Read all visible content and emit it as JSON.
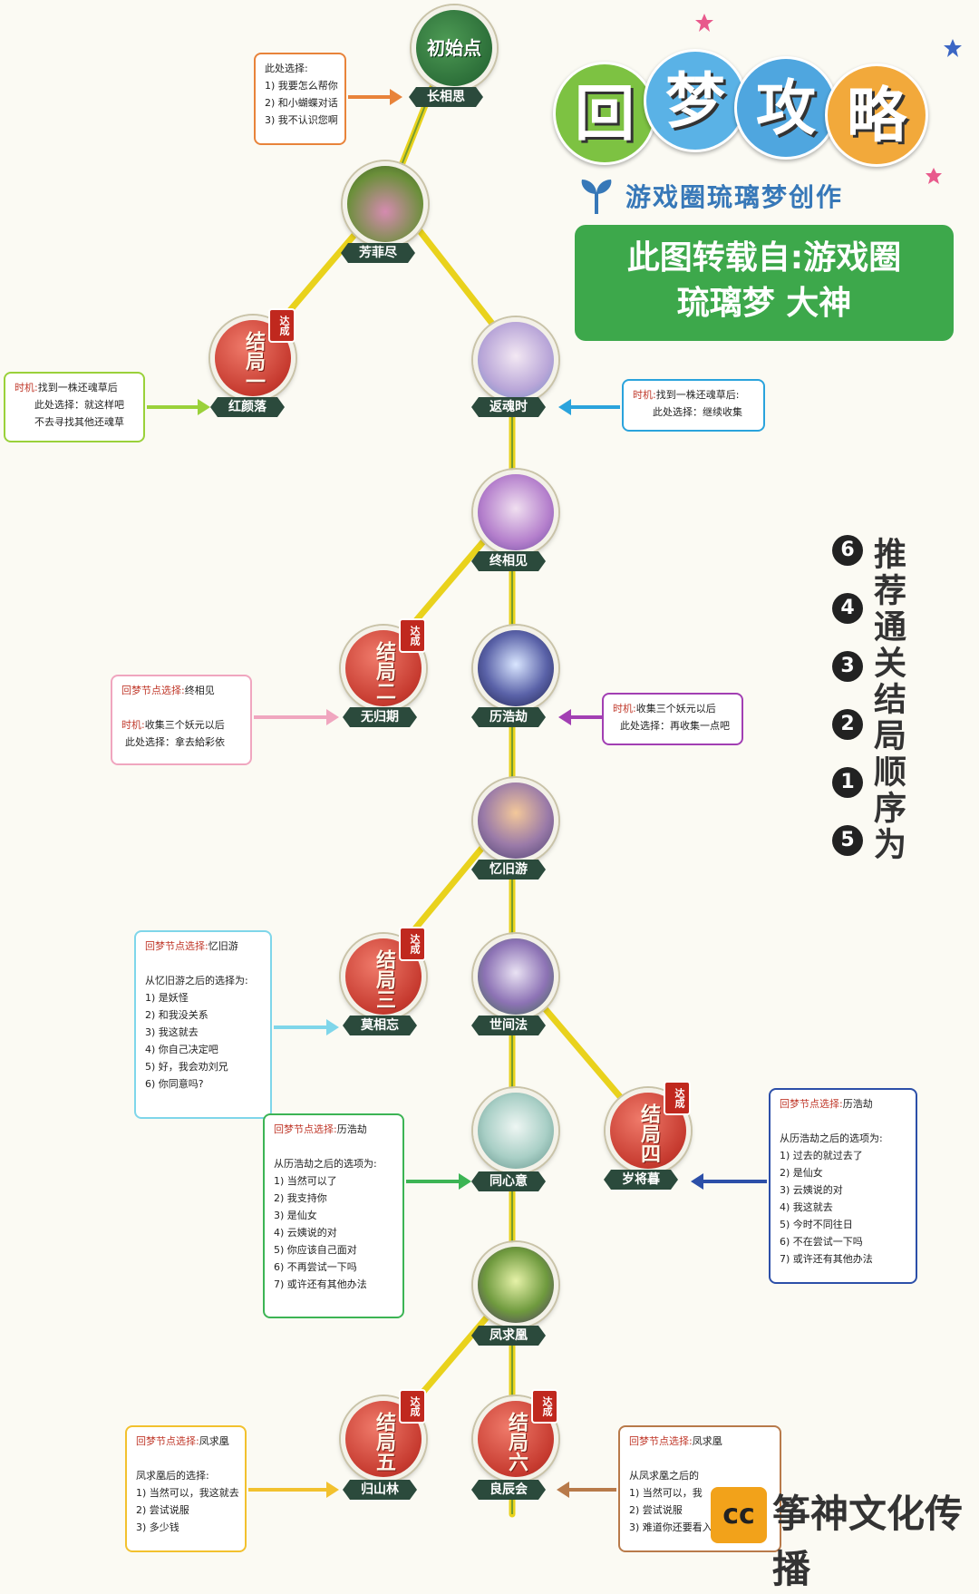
{
  "title": {
    "chars": [
      "回",
      "梦",
      "攻",
      "略"
    ],
    "colors": [
      "#7dc242",
      "#5ab2e6",
      "#5fb3e6",
      "#f2a93b"
    ]
  },
  "subtitle": "游戏圈琉璃梦创作",
  "banner": {
    "line1": "此图转载自:游戏圈",
    "line2": "琉璃梦 大神"
  },
  "nodes": {
    "start": "初始点",
    "changxiangsi": "长相思",
    "fangfeijin": "芳菲尽",
    "fanhunshi": "返魂时",
    "zhongxiangjian": "终相见",
    "lihaojie": "历浩劫",
    "yijiuyou": "忆旧游",
    "shijianfa": "世间法",
    "tongxinyi": "同心意",
    "fengqiuhuang": "凤求凰",
    "liangchenhui": "良辰会"
  },
  "endings": {
    "e1": {
      "text": "结局一",
      "label": "红颜落"
    },
    "e2": {
      "text": "结局二",
      "label": "无归期"
    },
    "e3": {
      "text": "结局三",
      "label": "莫相忘"
    },
    "e4": {
      "text": "结局四",
      "label": "岁将暮"
    },
    "e5": {
      "text": "结局五",
      "label": "归山林"
    },
    "e6": {
      "text": "结局六",
      "label": ""
    },
    "seal": "达成"
  },
  "notes": {
    "n_changxiangsi": {
      "lines": [
        "此处选择:",
        "1) 我要怎么帮你",
        "2) 和小蝴蝶对话",
        "3) 我不认识您啊"
      ],
      "color": "#e8833a"
    },
    "n_e1": {
      "key": "时机:",
      "lines": [
        "找到一株还魂草后",
        "此处选择：就这样吧",
        "不去寻找其他还魂草"
      ],
      "color": "#9ad13a"
    },
    "n_fanhunshi": {
      "key": "时机:",
      "lines": [
        "找到一株还魂草后:",
        "此处选择：继续收集"
      ],
      "color": "#2aa3dc"
    },
    "n_e2": {
      "key": "回梦节点选择:",
      "head": "终相见",
      "key2": "时机:",
      "lines": [
        "收集三个妖元以后",
        "此处选择：拿去給彩依"
      ],
      "color": "#f0a6bf"
    },
    "n_lihaojie": {
      "key": "时机:",
      "lines": [
        "收集三个妖元以后",
        "此处选择：再收集一点吧"
      ],
      "color": "#a23fb3"
    },
    "n_e3": {
      "key": "回梦节点选择:",
      "head": "忆旧游",
      "lines": [
        "从忆旧游之后的选择为:",
        "1) 是妖怪",
        "2) 和我没关系",
        "3) 我这就去",
        "4) 你自己决定吧",
        "5) 好，我会劝刘兄",
        "6) 你同意吗?"
      ],
      "color": "#7fd6ea"
    },
    "n_tongxinyi": {
      "key": "回梦节点选择:",
      "head": "历浩劫",
      "lines": [
        "从历浩劫之后的选项为:",
        "1) 当然可以了",
        "2) 我支持你",
        "3) 是仙女",
        "4) 云姨说的对",
        "5) 你应该自己面对",
        "6) 不再尝试一下吗",
        "7) 或许还有其他办法"
      ],
      "color": "#3cb454"
    },
    "n_e4": {
      "key": "回梦节点选择:",
      "head": "历浩劫",
      "lines": [
        "从历浩劫之后的选项为:",
        "1) 过去的就过去了",
        "2) 是仙女",
        "3) 云姨说的对",
        "4) 我这就去",
        "5) 今时不同往日",
        "6) 不在尝试一下吗",
        "7) 或许还有其他办法"
      ],
      "color": "#2c4fa8"
    },
    "n_e5": {
      "key": "回梦节点选择:",
      "head": "凤求凰",
      "lines": [
        "凤求凰后的选择:",
        "1) 当然可以，我这就去",
        "2) 尝试说服",
        "3) 多少钱"
      ],
      "color": "#f2c12e"
    },
    "n_liangchenhui": {
      "key": "回梦节点选择:",
      "head": "凤求凰",
      "lines": [
        "从凤求凰之后的",
        "1) 当然可以，我",
        "2) 尝试说服",
        "3) 难道你还要看入下来?"
      ],
      "color": "#b87a4a"
    }
  },
  "order": {
    "numbers": [
      "6",
      "4",
      "3",
      "2",
      "1",
      "5"
    ],
    "text": "推荐通关结局顺序为"
  },
  "footer": {
    "logo": "cc",
    "text": "筝神文化传播"
  }
}
